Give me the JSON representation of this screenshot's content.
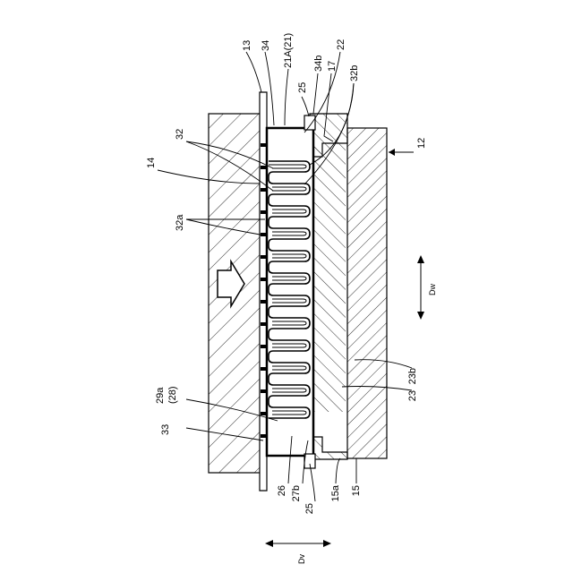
{
  "labels": {
    "l13": "13",
    "l34": "34",
    "l21a": "21A(21)",
    "l25_top": "25",
    "l34b": "34b",
    "l17": "17",
    "l22": "22",
    "l32b": "32b",
    "l32": "32",
    "l14": "14",
    "l12": "12",
    "l32a": "32a",
    "l23b": "23b",
    "l23": "23",
    "l29a": "29a",
    "l28": "(28)",
    "l33": "33",
    "l26": "26",
    "l27b": "27b",
    "l25_bottom": "25",
    "l15a": "15a",
    "l15": "15",
    "ldw": "Dw",
    "ldv": "Dv"
  },
  "colors": {
    "line": "#000000",
    "hatch": "#333333",
    "background": "#ffffff"
  }
}
